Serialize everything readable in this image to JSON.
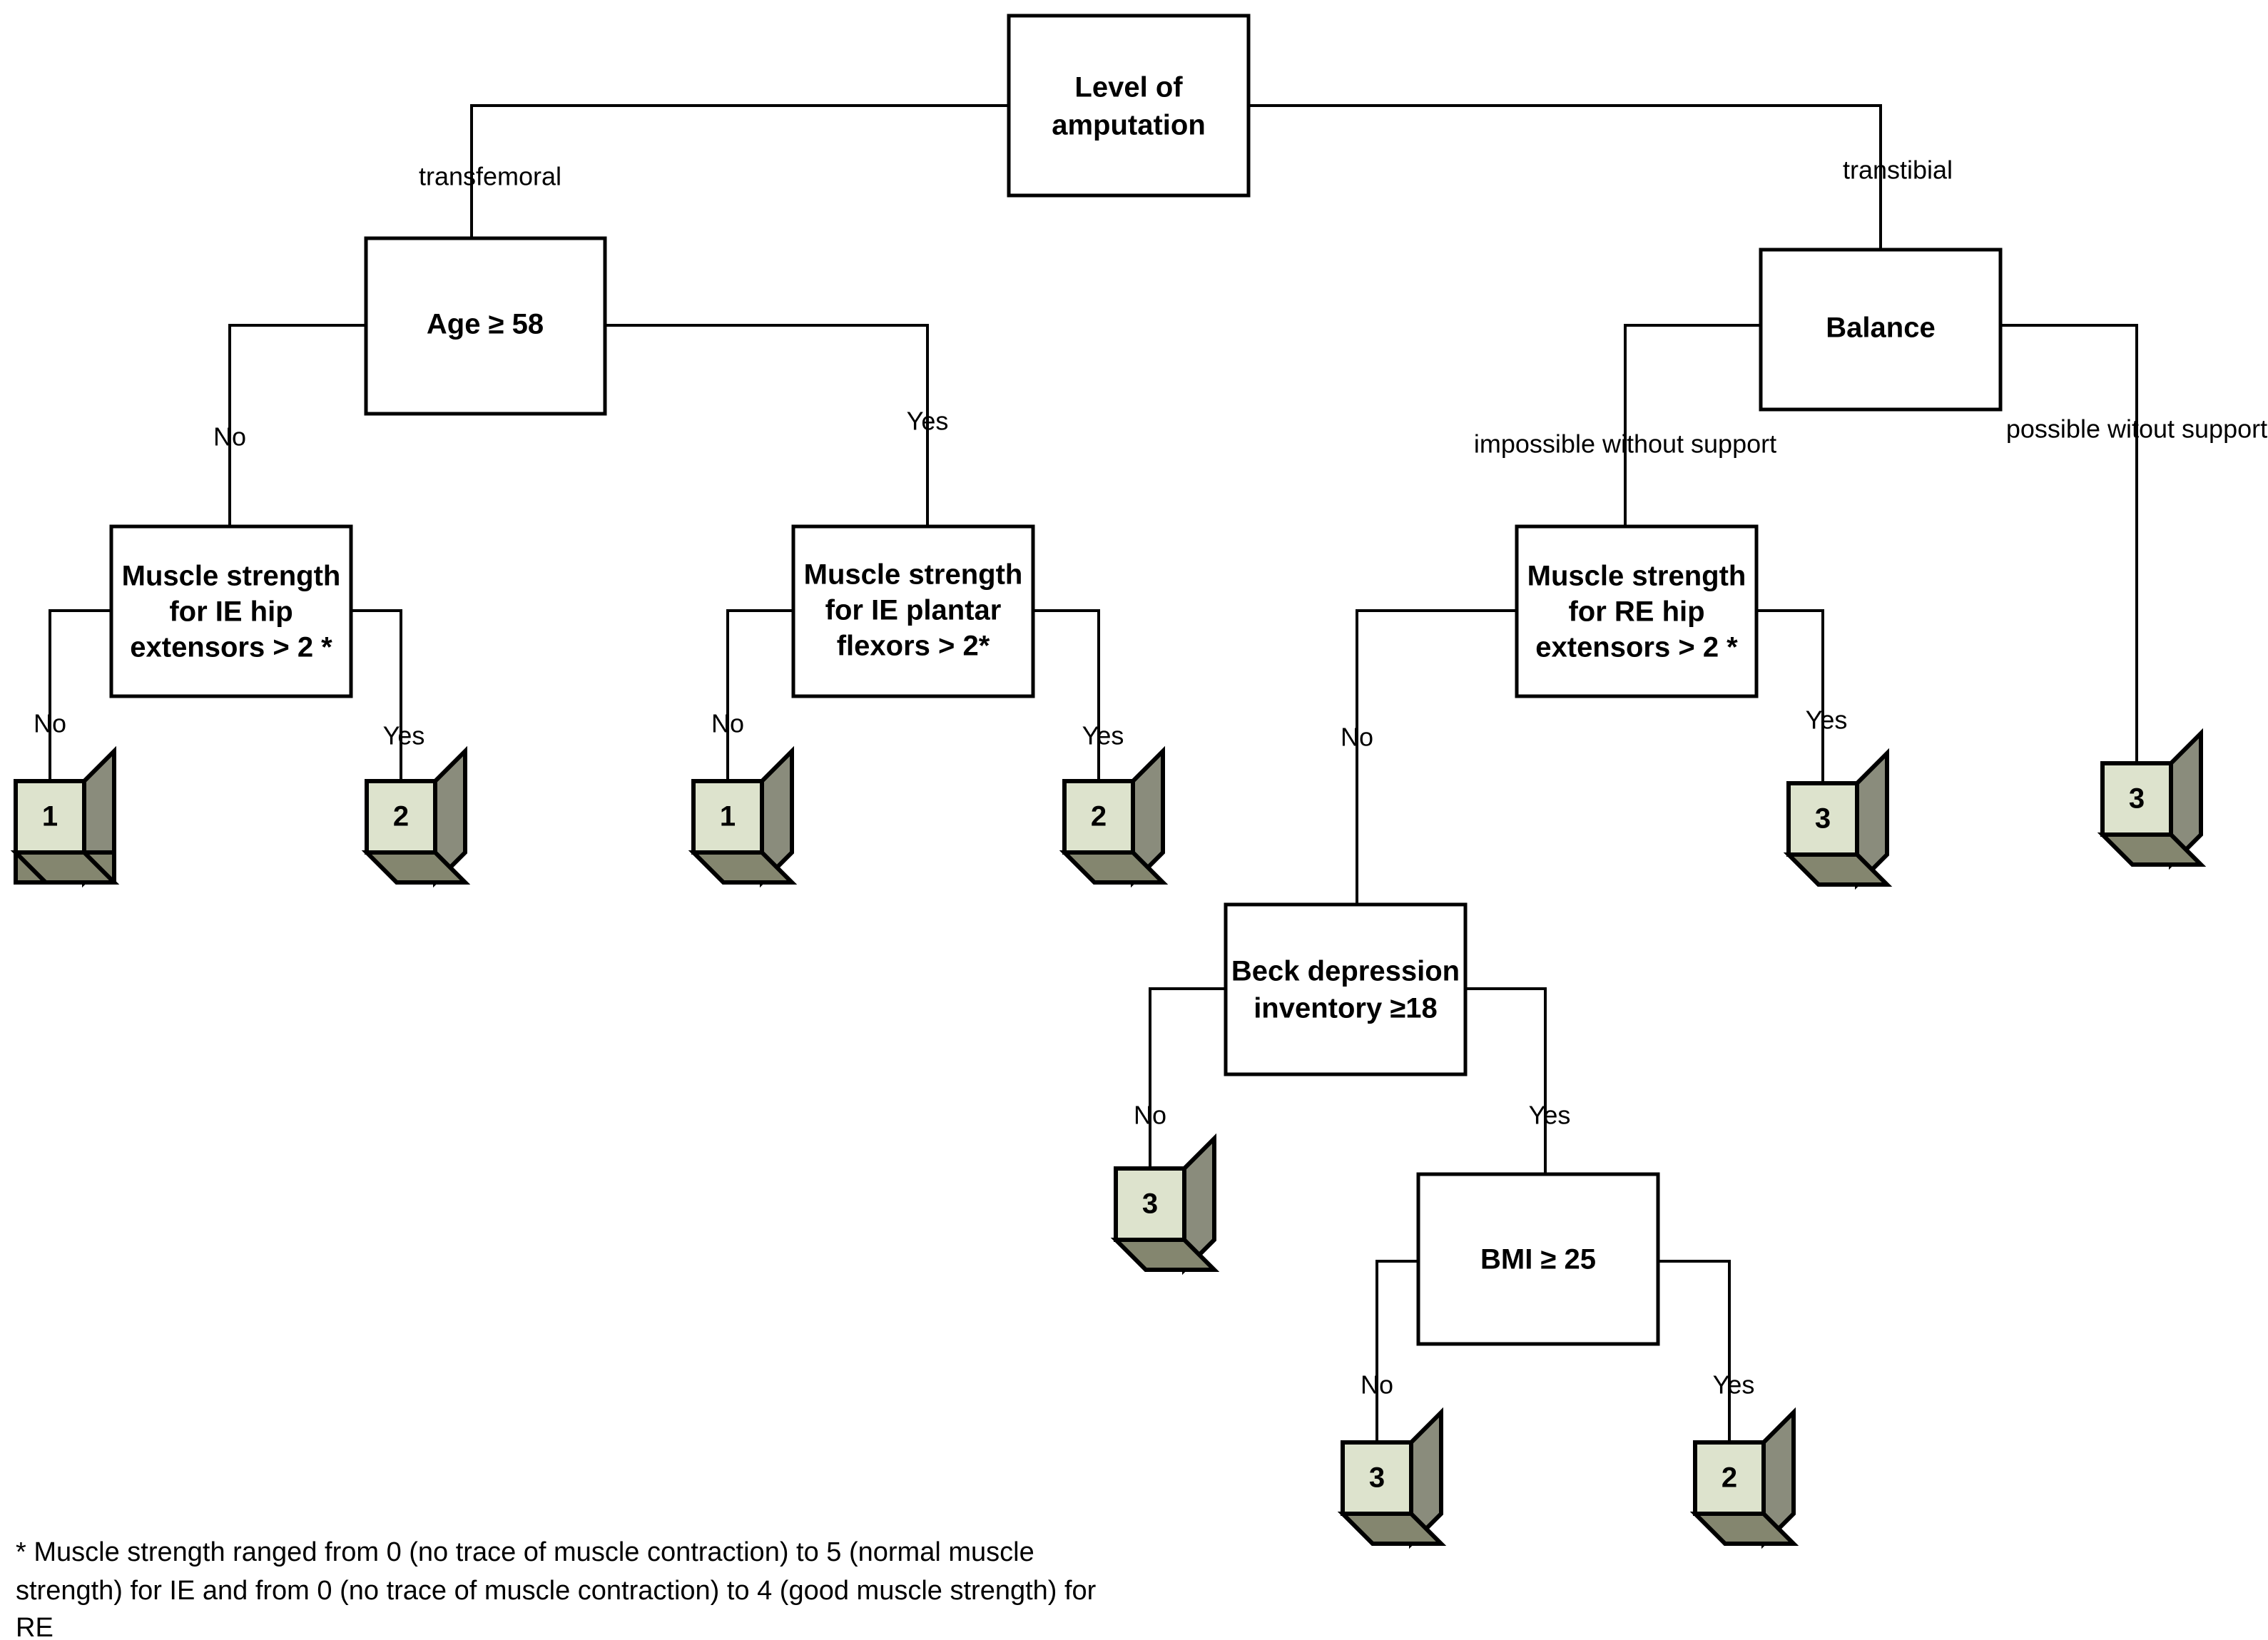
{
  "diagram": {
    "type": "decision-tree",
    "title_present": false,
    "background_color": "#ffffff",
    "line_color": "#000000",
    "decision_box_fill": "#ffffff",
    "leaf_cube_front_color": "#dde3cd",
    "leaf_cube_side_color": "#8a8c7c",
    "leaf_cube_bottom_color": "#84866f"
  },
  "nodes": {
    "root": {
      "label_line1": "Level of",
      "label_line2": "amputation"
    },
    "age": {
      "label_line1": "Age ≥ 58"
    },
    "balance": {
      "label_line1": "Balance"
    },
    "ms_ie_hip": {
      "label_line1": "Muscle strength",
      "label_line2": "for IE hip",
      "label_line3": "extensors > 2 *"
    },
    "ms_ie_plantar": {
      "label_line1": "Muscle strength",
      "label_line2": "for IE plantar",
      "label_line3": "flexors > 2*"
    },
    "ms_re_hip": {
      "label_line1": "Muscle strength",
      "label_line2": "for RE hip",
      "label_line3": "extensors > 2 *"
    },
    "beck": {
      "label_line1": "Beck depression",
      "label_line2": "inventory ≥18"
    },
    "bmi": {
      "label_line1": "BMI ≥ 25"
    }
  },
  "leaves": {
    "ie_hip_no": {
      "value": "1"
    },
    "ie_hip_yes": {
      "value": "2"
    },
    "ie_plantar_no": {
      "value": "1"
    },
    "ie_plantar_yes": {
      "value": "2"
    },
    "re_hip_yes": {
      "value": "3"
    },
    "balance_possible": {
      "value": "3"
    },
    "beck_no": {
      "value": "3"
    },
    "bmi_no": {
      "value": "3"
    },
    "bmi_yes": {
      "value": "2"
    }
  },
  "edge_labels": {
    "root_left": "transfemoral",
    "root_right": "transtibial",
    "age_no": "No",
    "age_yes": "Yes",
    "ie_hip_no": "No",
    "ie_hip_yes": "Yes",
    "ie_plantar_no": "No",
    "ie_plantar_yes": "Yes",
    "balance_left": "impossible without support",
    "balance_right": "possible witout support",
    "re_hip_no": "No",
    "re_hip_yes": "Yes",
    "beck_no": "No",
    "beck_yes": "Yes",
    "bmi_no": "No",
    "bmi_yes": "Yes"
  },
  "footnote": {
    "line1": "* Muscle strength ranged from 0 (no trace of muscle contraction) to 5 (normal muscle",
    "line2": "strength) for IE and from 0 (no trace of muscle contraction) to 4 (good muscle strength) for",
    "line3": "RE"
  }
}
